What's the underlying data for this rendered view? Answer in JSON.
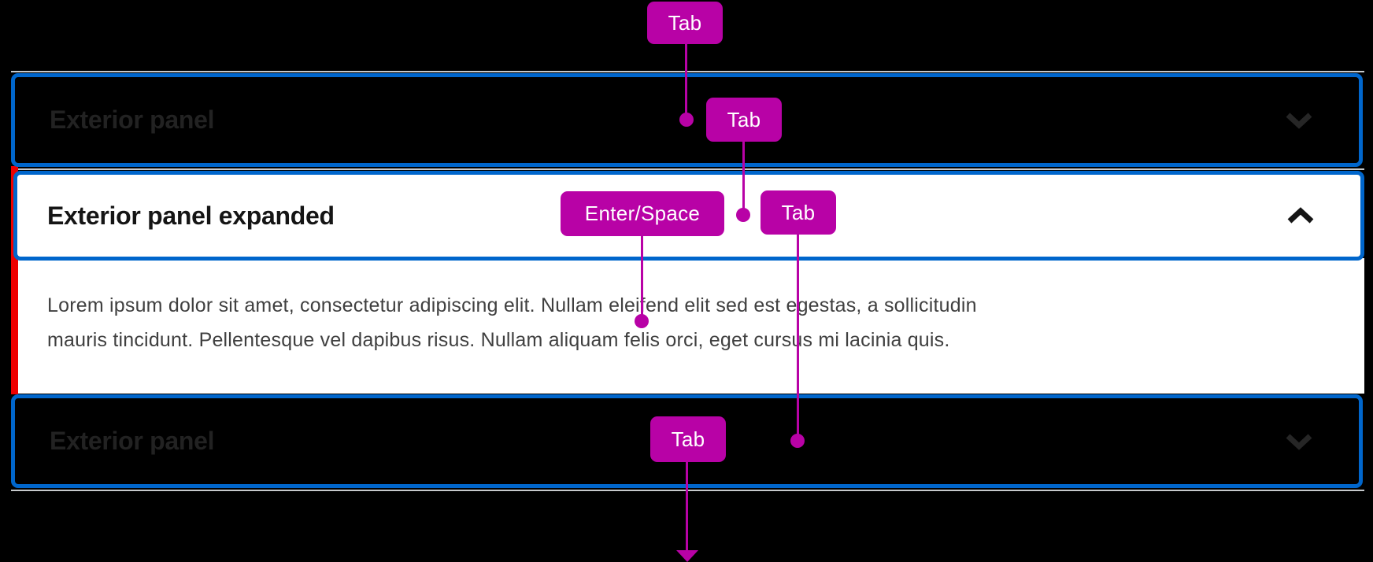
{
  "page": {
    "description": "Accordion keyboard-interaction diagram on black background",
    "background_color": "#000000"
  },
  "colors": {
    "focus_outline_blue": "#0066cc",
    "annotation_magenta": "#b802a6",
    "expanded_accent_red": "#ee0000",
    "separator_gray": "#c6c9cc",
    "expanded_bg": "#ffffff",
    "collapsed_title_gray": "#222222",
    "expanded_title_black": "#151515",
    "body_text_gray": "#404040"
  },
  "accordion": {
    "panels": [
      {
        "label": "Exterior panel",
        "state": "collapsed",
        "chevron": "down"
      },
      {
        "label": "Exterior panel expanded",
        "state": "expanded",
        "chevron": "up",
        "content": "Lorem ipsum dolor sit amet, consectetur adipiscing elit. Nullam eleifend elit sed est egestas, a sollicitudin mauris tincidunt. Pellentesque vel dapibus risus. Nullam aliquam felis orci, eget cursus mi lacinia quis.",
        "content_lines": [
          "Lorem ipsum dolor sit amet, consectetur adipiscing elit. Nullam eleifend elit sed est egestas, a sollicitudin",
          "mauris tincidunt. Pellentesque vel dapibus risus. Nullam aliquam felis orci, eget cursus mi lacinia quis."
        ]
      },
      {
        "label": "Exterior panel",
        "state": "collapsed",
        "chevron": "down"
      }
    ]
  },
  "annotations": {
    "badges": [
      {
        "label": "Tab",
        "target": "first collapsed panel header"
      },
      {
        "label": "Tab",
        "target": "expanded panel header"
      },
      {
        "label": "Enter/Space",
        "target": "expanded panel content"
      },
      {
        "label": "Tab",
        "target": "last collapsed panel header"
      },
      {
        "label": "Tab",
        "target": "exits accordion (arrow down)"
      }
    ]
  }
}
